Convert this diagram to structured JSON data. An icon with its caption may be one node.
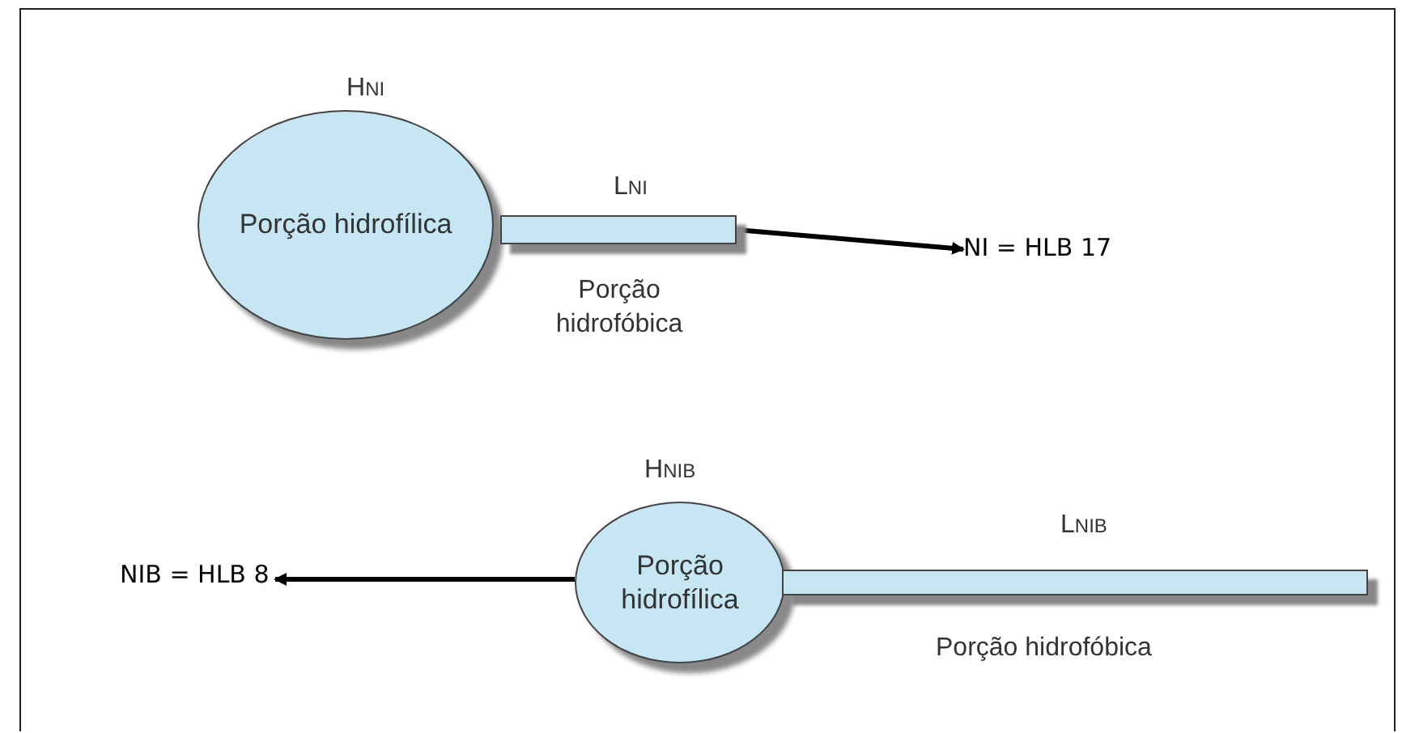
{
  "diagram": {
    "nodes": [
      {
        "text": [
          "Porção hidrofílica"
        ],
        "beside": [
          "H$_{NI}$"
        ]
      },
      {
        "text": [],
        "shape": "bar",
        "beside": [
          "L$_{NI}$",
          "Porção hidrofóbica"
        ]
      },
      {
        "text": [
          "NI = HLB 17"
        ]
      },
      {
        "text": [
          "Porção hidrofílica"
        ],
        "beside": [
          "H$_{NIB}$"
        ]
      },
      {
        "text": [],
        "shape": "bar",
        "beside": [
          "L$_{NIB}$",
          "Porção hidrofóbica"
        ]
      },
      {
        "text": [
          "NIB = HLB 8"
        ]
      }
    ],
    "edges": [
      {
        "from": 1,
        "to": 2,
        "arrow": "to"
      },
      {
        "from": 3,
        "to": 5,
        "arrow": "to"
      }
    ]
  }
}
